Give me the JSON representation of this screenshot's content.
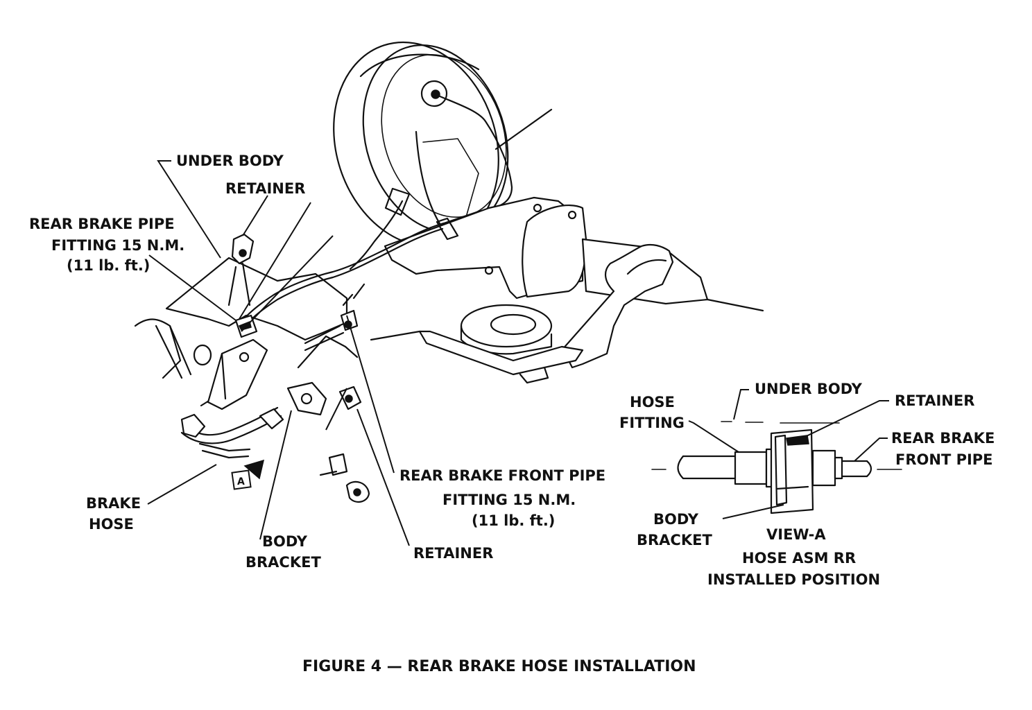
{
  "labels": {
    "under_body": "UNDER BODY",
    "retainer_top": "RETAINER",
    "rear_pipe_line1": "REAR BRAKE PIPE",
    "rear_pipe_line2": "FITTING 15 N.M.",
    "rear_pipe_line3": "(11 lb. ft.)",
    "brake_hose_line1": "BRAKE",
    "brake_hose_line2": "HOSE",
    "body_bracket_line1": "BODY",
    "body_bracket_line2": "BRACKET",
    "front_pipe_line1": "REAR BRAKE FRONT PIPE",
    "front_pipe_line2": "FITTING 15 N.M.",
    "front_pipe_line3": "(11 lb. ft.)",
    "retainer_bottom": "RETAINER",
    "view_marker": "A"
  },
  "view_a": {
    "under_body": "UNDER BODY",
    "retainer": "RETAINER",
    "hose_fitting_line1": "HOSE",
    "hose_fitting_line2": "FITTING",
    "rear_front_pipe_line1": "REAR BRAKE",
    "rear_front_pipe_line2": "FRONT PIPE",
    "body_bracket_line1": "BODY",
    "body_bracket_line2": "BRACKET",
    "title_line1": "VIEW-A",
    "title_line2": "HOSE ASM RR",
    "title_line3": "INSTALLED POSITION"
  },
  "caption": "FIGURE 4 — REAR BRAKE HOSE INSTALLATION"
}
